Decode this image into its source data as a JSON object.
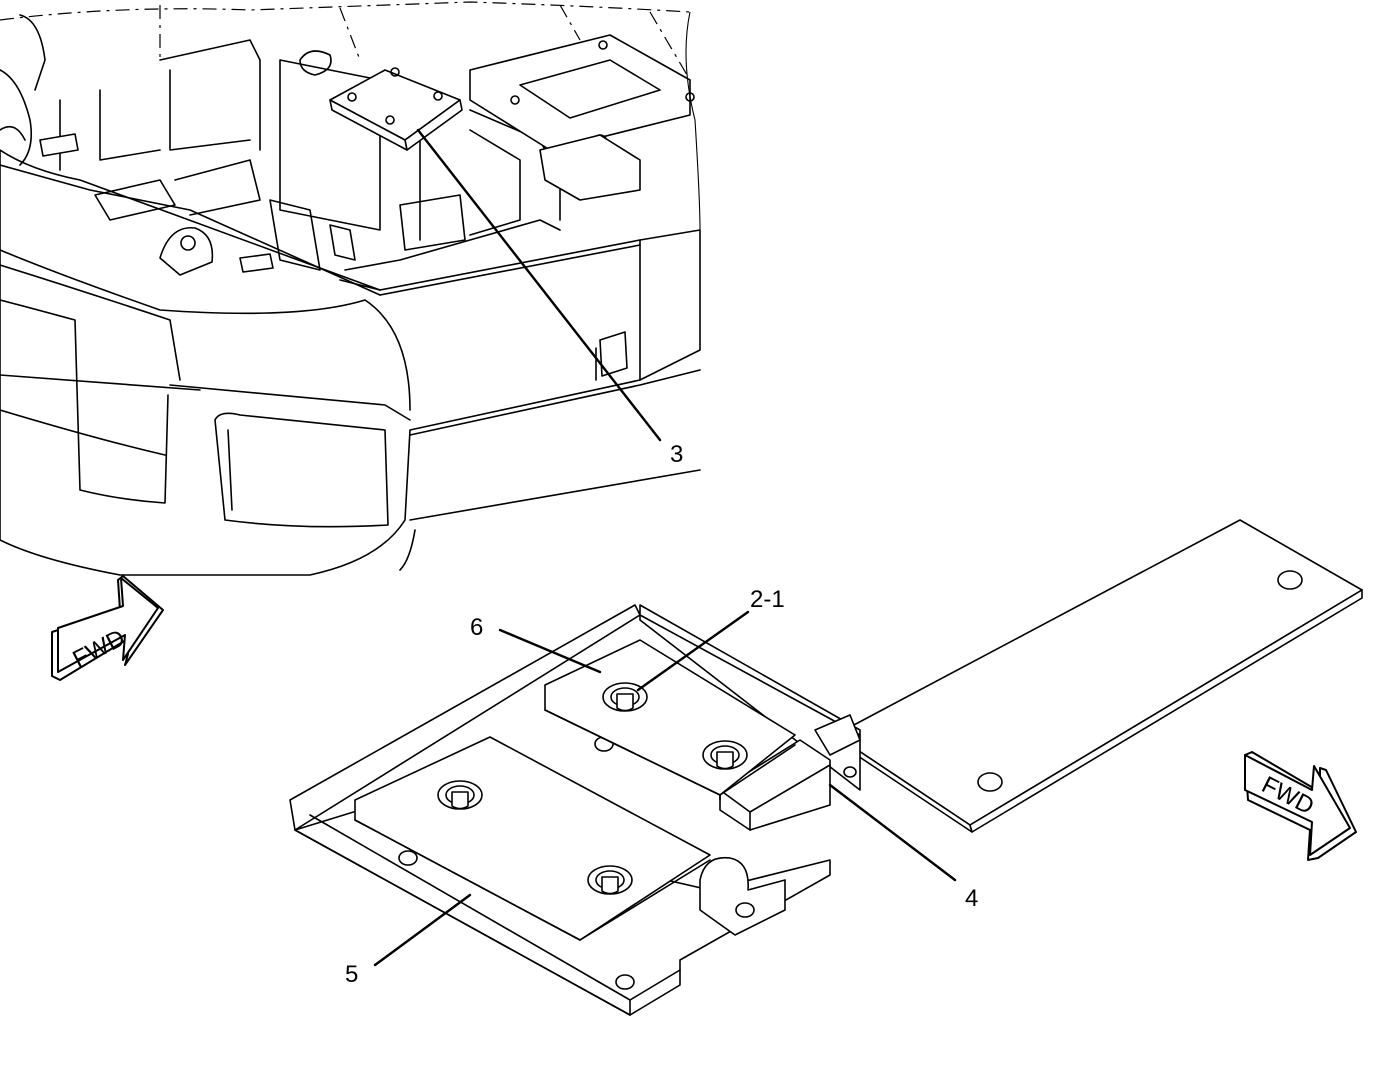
{
  "callouts": [
    {
      "id": "3",
      "label": "3"
    },
    {
      "id": "2-1",
      "label": "2-1"
    },
    {
      "id": "6",
      "label": "6"
    },
    {
      "id": "4",
      "label": "4"
    },
    {
      "id": "5",
      "label": "5"
    }
  ],
  "direction_arrows": [
    {
      "label": "FWD"
    },
    {
      "label": "FWD"
    }
  ]
}
